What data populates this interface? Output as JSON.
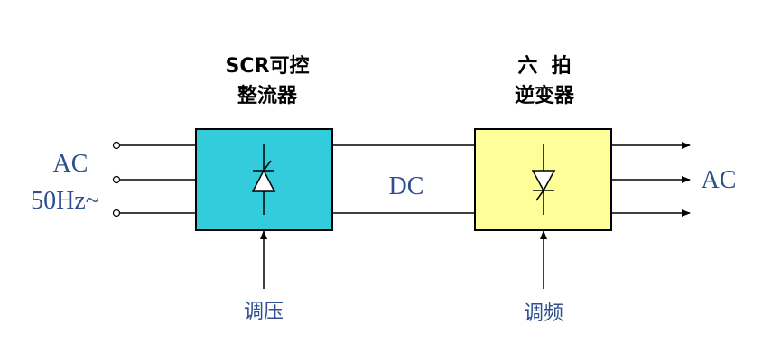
{
  "rectifier": {
    "title_line1": "SCR可控",
    "title_line2": "整流器",
    "fill": "#33ccdd",
    "control_label": "调压"
  },
  "inverter": {
    "title_line1": "六  拍",
    "title_line2": "逆变器",
    "fill": "#ffff99",
    "control_label": "调频"
  },
  "input": {
    "label_line1": "AC",
    "label_line2": "50Hz~"
  },
  "dc_link": {
    "label": "DC"
  },
  "output": {
    "label": "AC"
  },
  "colors": {
    "line": "#000000",
    "label_text": "#2f4f8f"
  }
}
